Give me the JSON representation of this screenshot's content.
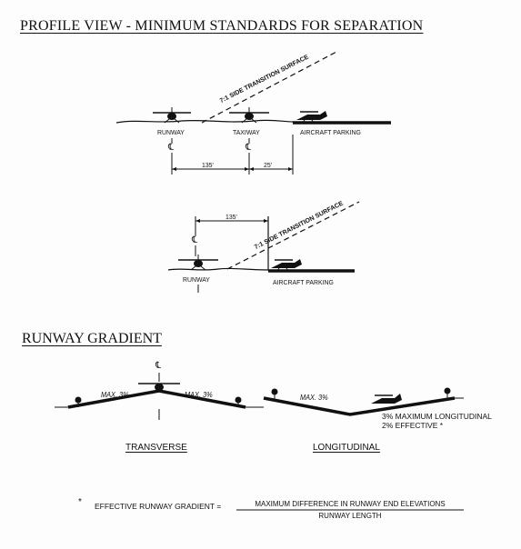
{
  "profile": {
    "title": "PROFILE VIEW  -  MINIMUM STANDARDS FOR SEPARATION",
    "top": {
      "transition_label": "7:1 SIDE TRANSITION SURFACE",
      "runway": "RUNWAY",
      "taxiway": "TAXIWAY",
      "parking": "AIRCRAFT PARKING",
      "cl1": "℄",
      "cl2": "℄",
      "dim1": "135'",
      "dim2": "25'"
    },
    "bottom": {
      "transition_label": "7:1 SIDE TRANSITION SURFACE",
      "dim": "135'",
      "cl": "℄",
      "runway": "RUNWAY",
      "parking": "AIRCRAFT PARKING"
    }
  },
  "gradient": {
    "title": "RUNWAY GRADIENT",
    "transverse": {
      "cl": "℄",
      "left": "MAX. 3%",
      "right": "MAX. 3%",
      "label": "TRANSVERSE"
    },
    "longitudinal": {
      "slope": "MAX. 3%",
      "note1": "3% MAXIMUM LONGITUDINAL",
      "note2": "2% EFFECTIVE *",
      "label": "LONGITUDINAL"
    },
    "footnote": {
      "asterisk": "*",
      "lhs": "EFFECTIVE RUNWAY GRADIENT =",
      "numerator": "MAXIMUM DIFFERENCE IN RUNWAY END ELEVATIONS",
      "denominator": "RUNWAY  LENGTH"
    }
  }
}
